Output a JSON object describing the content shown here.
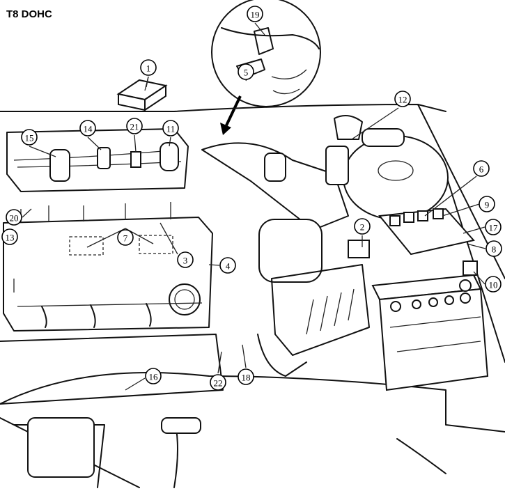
{
  "title": "T8 DOHC",
  "callouts": [
    "1",
    "2",
    "3",
    "4",
    "5",
    "6",
    "7",
    "8",
    "9",
    "10",
    "11",
    "12",
    "13",
    "14",
    "15",
    "16",
    "17",
    "18",
    "19",
    "20",
    "21",
    "22"
  ]
}
